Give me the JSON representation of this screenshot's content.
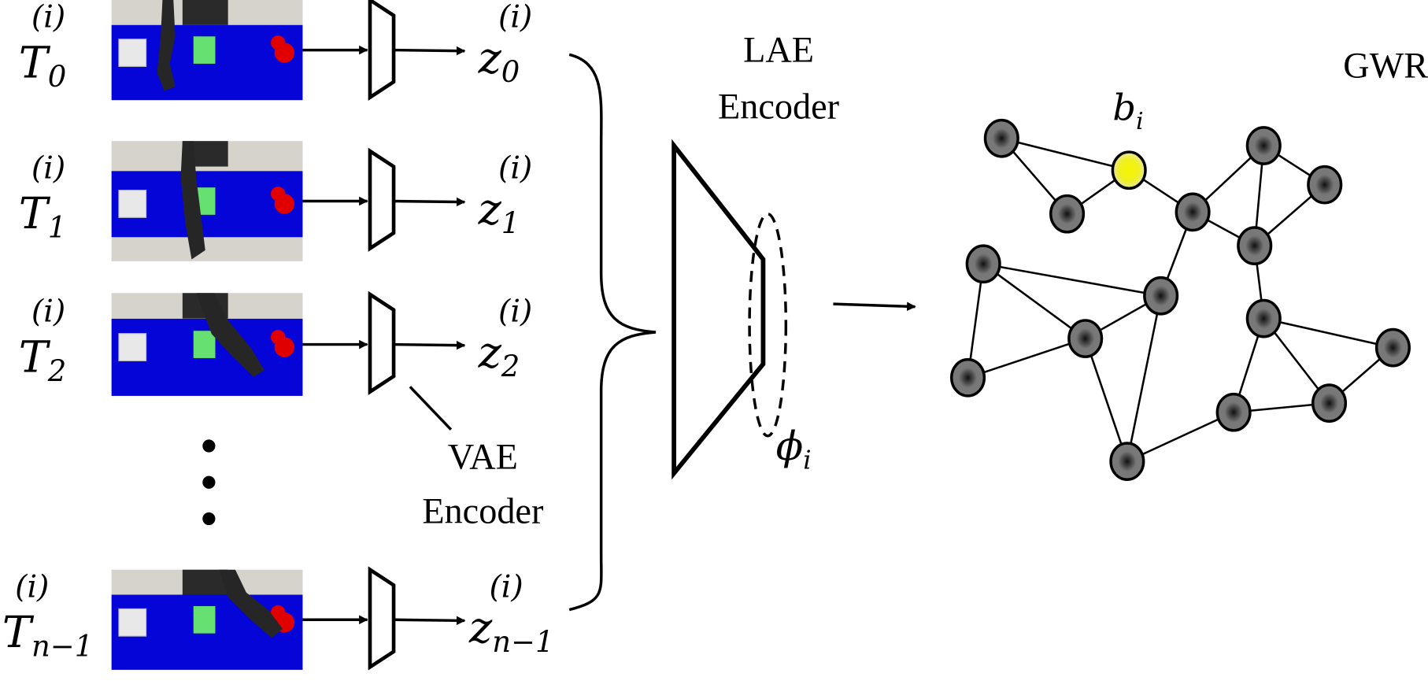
{
  "frames": [
    {
      "symbol": "T",
      "superscript": "(i)",
      "subscript": "0",
      "latent": "z",
      "latent_superscript": "(i)",
      "latent_subscript": "0"
    },
    {
      "symbol": "T",
      "superscript": "(i)",
      "subscript": "1",
      "latent": "z",
      "latent_superscript": "(i)",
      "latent_subscript": "1"
    },
    {
      "symbol": "T",
      "superscript": "(i)",
      "subscript": "2",
      "latent": "z",
      "latent_superscript": "(i)",
      "latent_subscript": "2"
    },
    {
      "symbol": "T",
      "superscript": "(i)",
      "subscript": "n−1",
      "latent": "z",
      "latent_superscript": "(i)",
      "latent_subscript": "n−1"
    }
  ],
  "vae_label": {
    "line1": "VAE",
    "line2": "Encoder"
  },
  "lae_label": {
    "line1": "LAE",
    "line2": "Encoder"
  },
  "phi_label": {
    "symbol": "ϕ",
    "subscript": "i"
  },
  "gwr_label": "GWR",
  "bmu_label": {
    "symbol": "b",
    "subscript": "i"
  },
  "colors": {
    "table": "#0505d8",
    "green_cube": "#66e070",
    "red_ball": "#e00000",
    "node": "#777777",
    "bmu": "#f2f200"
  }
}
